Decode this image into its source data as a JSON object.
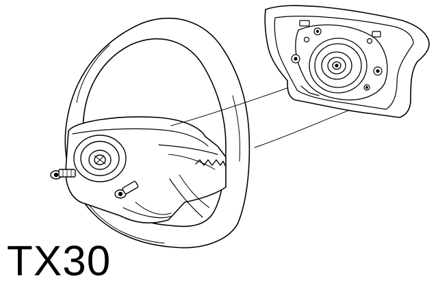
{
  "diagram": {
    "tool_label": "TX30",
    "parts": {
      "steering_wheel": "steering-wheel",
      "airbag_module": "airbag-module",
      "mounting_bolt": "torx-bolt"
    },
    "colors": {
      "line": "#000000",
      "background": "#ffffff"
    }
  }
}
